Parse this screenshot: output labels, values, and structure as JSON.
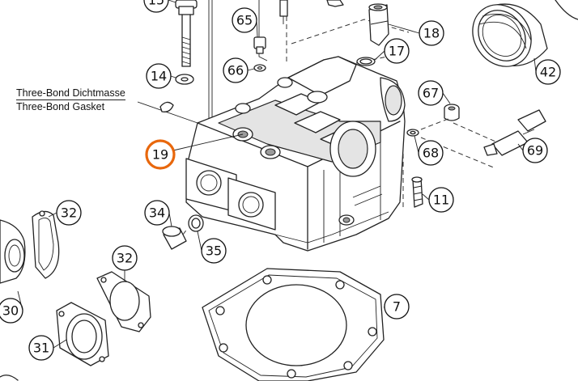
{
  "note": {
    "line1": "Three-Bond Dichtmasse",
    "line2": "Three-Bond Gasket"
  },
  "parts": [
    {
      "id": "p15",
      "label": "15"
    },
    {
      "id": "p14",
      "label": "14"
    },
    {
      "id": "p65",
      "label": "65"
    },
    {
      "id": "p66",
      "label": "66"
    },
    {
      "id": "p18",
      "label": "18"
    },
    {
      "id": "p17",
      "label": "17"
    },
    {
      "id": "p42",
      "label": "42"
    },
    {
      "id": "p67",
      "label": "67"
    },
    {
      "id": "p68",
      "label": "68"
    },
    {
      "id": "p69",
      "label": "69"
    },
    {
      "id": "p19",
      "label": "19",
      "highlight": true
    },
    {
      "id": "p11",
      "label": "11"
    },
    {
      "id": "p32a",
      "label": "32"
    },
    {
      "id": "p34",
      "label": "34"
    },
    {
      "id": "p35",
      "label": "35"
    },
    {
      "id": "p32b",
      "label": "32"
    },
    {
      "id": "p7",
      "label": "7"
    },
    {
      "id": "p30",
      "label": "30"
    },
    {
      "id": "p31",
      "label": "31"
    }
  ],
  "highlight_color": "#e8670c"
}
